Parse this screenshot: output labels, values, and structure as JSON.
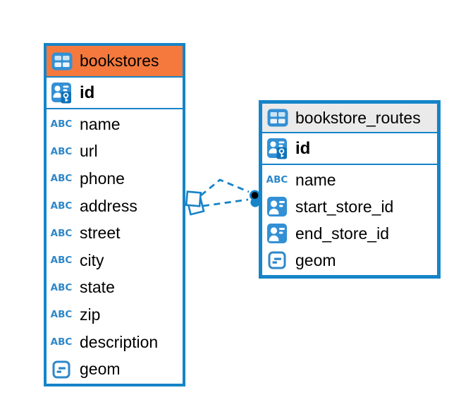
{
  "colors": {
    "table_border": "#1584C8",
    "bookstores_header": "#F5793D",
    "routes_header": "#EAEAEA",
    "icon_fill_blue": "#3390D5",
    "icon_stroke_blue": "#2E87C9",
    "connector": "#1584C8",
    "text": "#000000",
    "canvas": "#FFFFFF"
  },
  "icons": {
    "text_label": "ABC"
  },
  "tables": [
    {
      "name": "bookstores",
      "columns": [
        {
          "name": "id",
          "type": "primary-key"
        },
        {
          "name": "name",
          "type": "text"
        },
        {
          "name": "url",
          "type": "text"
        },
        {
          "name": "phone",
          "type": "text"
        },
        {
          "name": "address",
          "type": "text"
        },
        {
          "name": "street",
          "type": "text"
        },
        {
          "name": "city",
          "type": "text"
        },
        {
          "name": "state",
          "type": "text"
        },
        {
          "name": "zip",
          "type": "text"
        },
        {
          "name": "description",
          "type": "text"
        },
        {
          "name": "geom",
          "type": "geometry"
        }
      ]
    },
    {
      "name": "bookstore_routes",
      "columns": [
        {
          "name": "id",
          "type": "primary-key"
        },
        {
          "name": "name",
          "type": "text"
        },
        {
          "name": "start_store_id",
          "type": "foreign-key"
        },
        {
          "name": "end_store_id",
          "type": "foreign-key"
        },
        {
          "name": "geom",
          "type": "geometry"
        }
      ]
    }
  ],
  "relationships": [
    {
      "from": "bookstore_routes.start_store_id",
      "to": "bookstores.id",
      "style": "dashed"
    },
    {
      "from": "bookstore_routes.end_store_id",
      "to": "bookstores.id",
      "style": "dashed"
    }
  ]
}
